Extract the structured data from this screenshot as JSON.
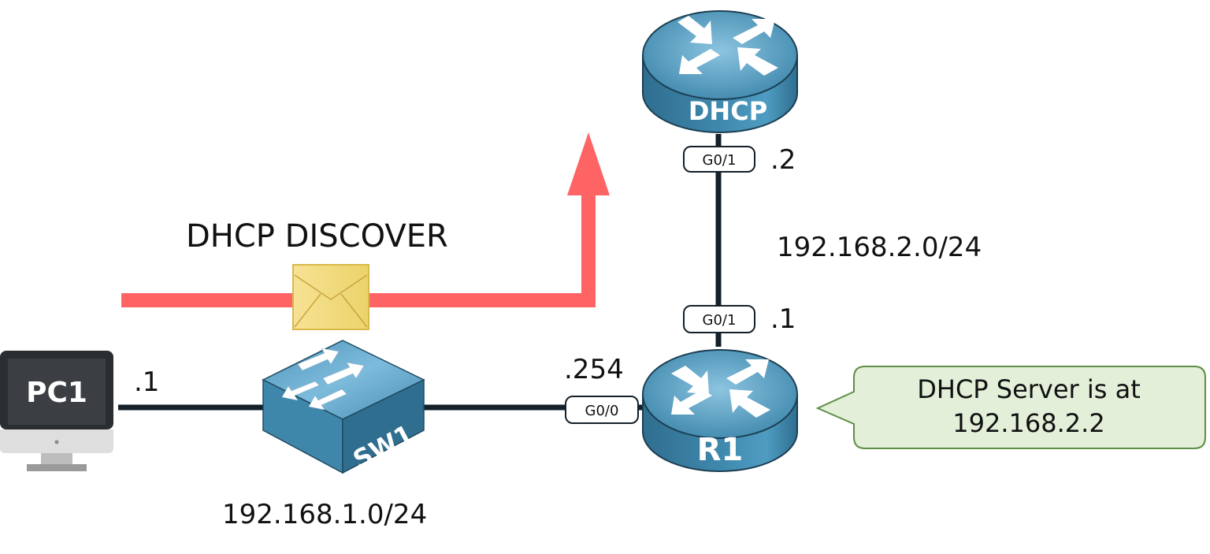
{
  "diagram": {
    "title": "DHCP DISCOVER relayed from SW1 segment toward DHCP server",
    "colors": {
      "link": "#14202a",
      "flow_arrow": "#fe6464",
      "device_blue": "#3a7fa3",
      "device_blue_light": "#6fb0d3",
      "callout_fill": "#e3efd9",
      "callout_stroke": "#5e8f45",
      "envelope": "#f0d77a"
    },
    "devices": {
      "pc1": {
        "label": "PC1",
        "type": "pc"
      },
      "sw1": {
        "label": "SW1",
        "type": "switch"
      },
      "r1": {
        "label": "R1",
        "type": "router"
      },
      "dhcp": {
        "label": "DHCP",
        "type": "router"
      }
    },
    "interfaces": {
      "r1_g00": "G0/0",
      "r1_g01": "G0/1",
      "dhcp_g01": "G0/1"
    },
    "host_ids": {
      "pc1": ".1",
      "r1_lan": ".254",
      "r1_wan": ".1",
      "dhcp": ".2"
    },
    "networks": {
      "lan": "192.168.1.0/24",
      "wan": "192.168.2.0/24"
    },
    "flow": {
      "label": "DHCP DISCOVER",
      "message_icon": "envelope-icon"
    },
    "callout": {
      "line1": "DHCP Server is at",
      "line2": "192.168.2.2"
    }
  }
}
